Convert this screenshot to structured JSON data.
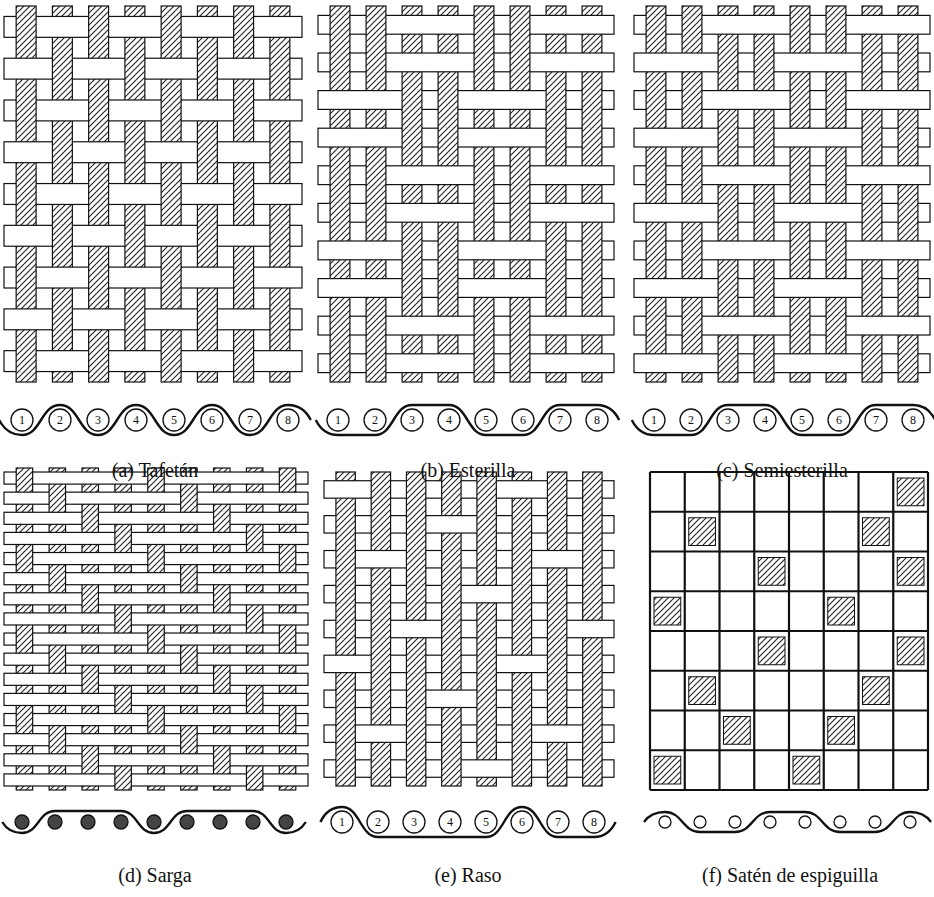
{
  "diagram": {
    "labels": [
      "1",
      "2",
      "3",
      "4",
      "5",
      "6",
      "7",
      "8",
      "(a) Tafetán",
      "1",
      "2",
      "3",
      "4",
      "5",
      "6",
      "7",
      "8",
      "(b) Esterilla",
      "1",
      "2",
      "3",
      "4",
      "5",
      "6",
      "7",
      "8",
      "(c) Semiesterilla",
      "(d) Sarga",
      "1",
      "2",
      "3",
      "4",
      "5",
      "6",
      "7",
      "8",
      "(e) Raso",
      "(f) Satén de espiguilla"
    ]
  }
}
